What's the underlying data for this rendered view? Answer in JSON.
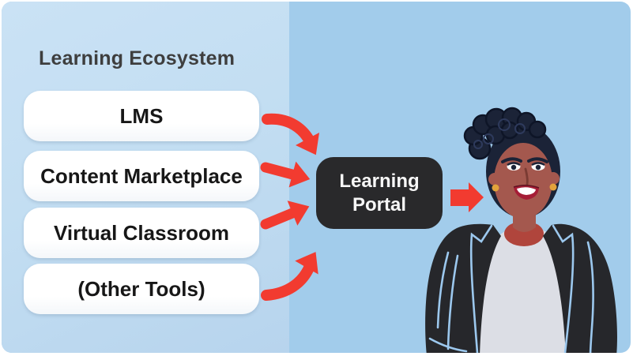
{
  "diagram": {
    "panel": {
      "title": "Learning Ecosystem",
      "items": [
        "LMS",
        "Content Marketplace",
        "Virtual Classroom",
        "(Other Tools)"
      ]
    },
    "portal": {
      "line1": "Learning",
      "line2": "Portal"
    },
    "figure": {
      "description": "learner illustration"
    },
    "colors": {
      "panel_bg": "#C3DEF2",
      "background_bg": "#A2CCEB",
      "arrow_red": "#F23B30",
      "portal_bg": "#29292B",
      "portal_text": "#F7F7F7",
      "source_box_bg": "#FFFFFF",
      "source_box_text": "#171717",
      "title_text": "#3E3E3E",
      "hair": "#1B2337",
      "skin": "#A4584E",
      "jacket": "#26272B",
      "shirt": "#DCDEE5",
      "jacket_outline_blue": "#9CC8EE"
    }
  }
}
